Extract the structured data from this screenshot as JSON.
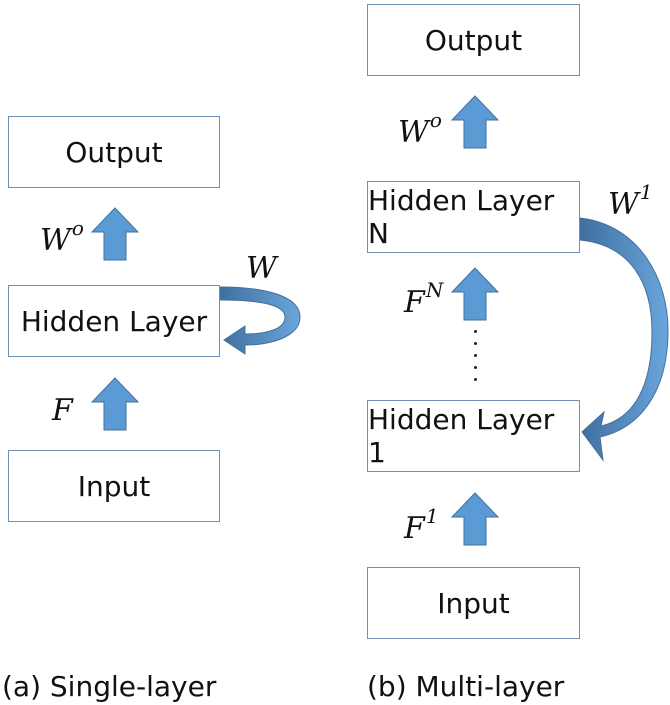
{
  "single_layer": {
    "output": "Output",
    "hidden": "Hidden Layer",
    "input": "Input",
    "w_out": {
      "base": "W",
      "sup": "o"
    },
    "w_rec": "W",
    "f": "F",
    "caption": "(a) Single-layer"
  },
  "multi_layer": {
    "output": "Output",
    "hidden_n": "Hidden Layer N",
    "hidden_1": "Hidden Layer 1",
    "input": "Input",
    "w_out": {
      "base": "W",
      "sup": "o"
    },
    "w_rec": {
      "base": "W",
      "sup": "1"
    },
    "f_n": {
      "base": "F",
      "sup": "N"
    },
    "f_1": {
      "base": "F",
      "sup": "1"
    },
    "caption": "(b) Multi-layer"
  },
  "colors": {
    "arrow": "#5b9bd5",
    "arrow_dark": "#41719c",
    "box_border": "#6f8fb5"
  }
}
